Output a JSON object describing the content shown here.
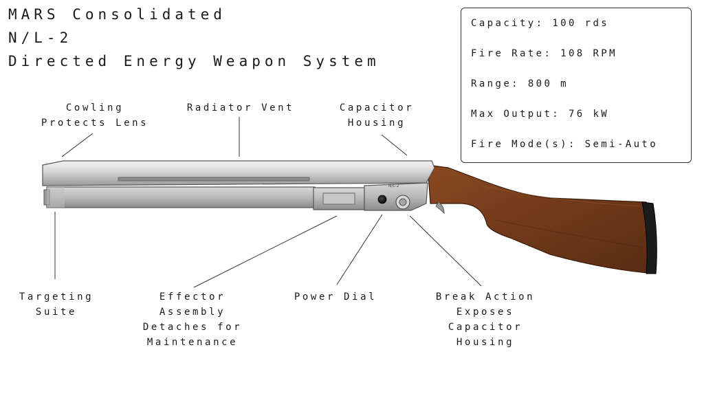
{
  "title": {
    "line1": "MARS Consolidated",
    "line2": "N/L-2",
    "line3": "Directed Energy Weapon System"
  },
  "specs": [
    {
      "label": "Capacity",
      "value": "100 rds"
    },
    {
      "label": "Fire Rate",
      "value": "108 RPM"
    },
    {
      "label": "Range",
      "value": "800 m"
    },
    {
      "label": "Max Output",
      "value": "76 kW"
    },
    {
      "label": "Fire Mode(s)",
      "value": "Semi-Auto"
    }
  ],
  "receiver_mark": "N/L-2",
  "callouts": {
    "cowling": {
      "line1": "Cowling",
      "line2": "Protects Lens"
    },
    "radiator": {
      "line1": "Radiator Vent"
    },
    "capacitor": {
      "line1": "Capacitor",
      "line2": "Housing"
    },
    "targeting": {
      "line1": "Targeting",
      "line2": "Suite"
    },
    "effector": {
      "line1": "Effector",
      "line2": "Assembly",
      "line3": "Detaches for",
      "line4": "Maintenance"
    },
    "power_dial": {
      "line1": "Power Dial"
    },
    "break_action": {
      "line1": "Break Action",
      "line2": "Exposes",
      "line3": "Capacitor",
      "line4": "Housing"
    }
  },
  "colors": {
    "wood": "#7a3e1c",
    "metal": "#c8c8c8",
    "recoil_pad": "#1c1c1c"
  }
}
